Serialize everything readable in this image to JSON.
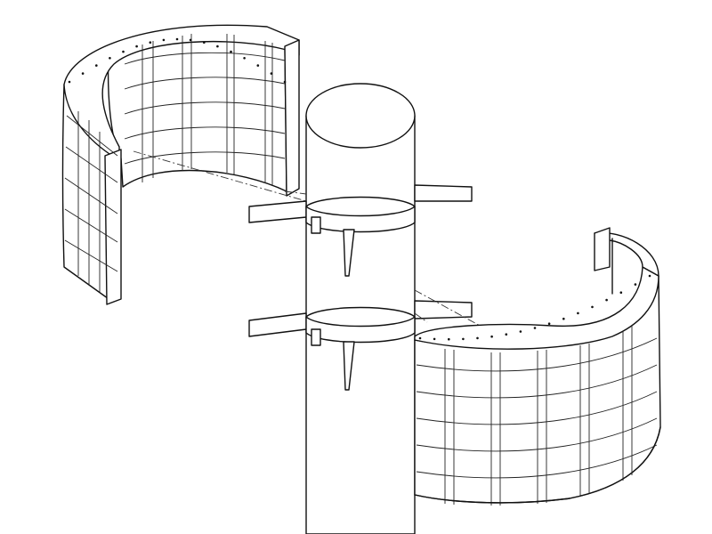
{
  "figure": {
    "description_visible_text": "",
    "colors": {
      "line": "#111111",
      "background": "#ffffff"
    },
    "parts": [
      {
        "name": "column",
        "kind": "cylinder"
      },
      {
        "name": "upper-clamp-band",
        "kind": "band"
      },
      {
        "name": "lower-clamp-band",
        "kind": "band"
      },
      {
        "name": "formwork-panel-left",
        "kind": "half-shell"
      },
      {
        "name": "formwork-panel-right",
        "kind": "half-shell"
      }
    ]
  }
}
